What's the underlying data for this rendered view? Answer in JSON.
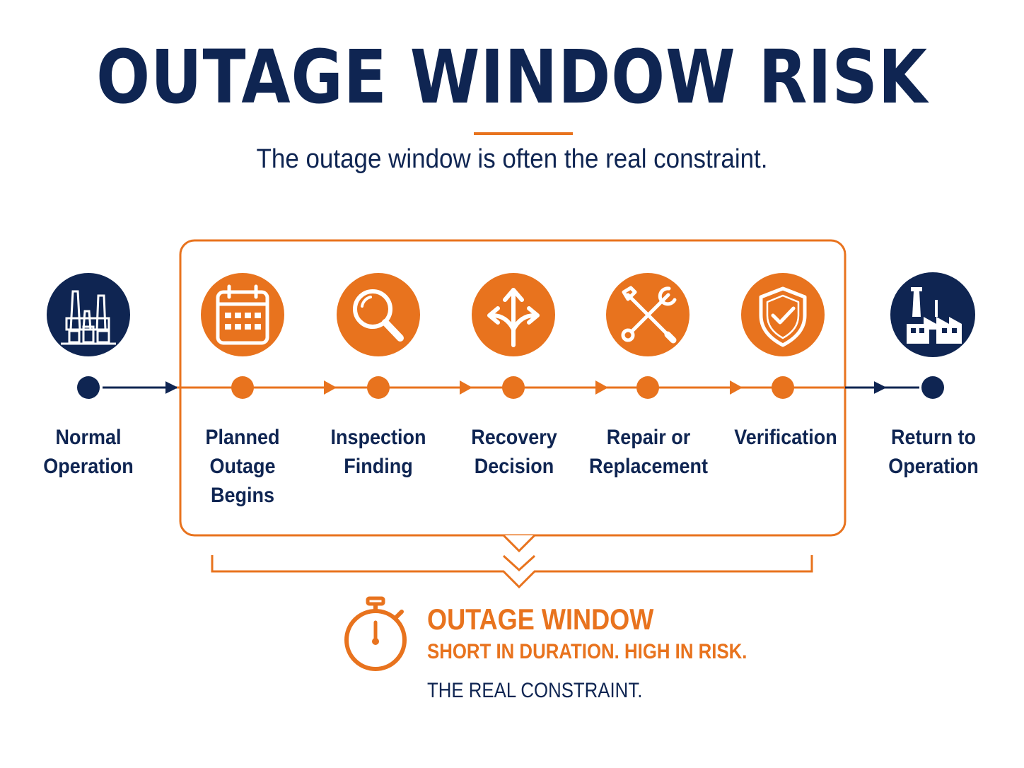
{
  "header": {
    "title": "OUTAGE WINDOW RISK",
    "subtitle": "The outage window is often the real constraint."
  },
  "colors": {
    "navy": "#0f2552",
    "orange": "#e8731e"
  },
  "steps": [
    {
      "label": "Normal\nOperation",
      "icon": "industrial-plant-icon",
      "theme": "navy"
    },
    {
      "label": "Planned\nOutage\nBegins",
      "icon": "calendar-icon",
      "theme": "orange"
    },
    {
      "label": "Inspection\nFinding",
      "icon": "magnifier-icon",
      "theme": "orange"
    },
    {
      "label": "Recovery\nDecision",
      "icon": "branching-arrows-icon",
      "theme": "orange"
    },
    {
      "label": "Repair or\nReplacement",
      "icon": "wrench-screwdriver-icon",
      "theme": "orange"
    },
    {
      "label": "Verification",
      "icon": "shield-check-icon",
      "theme": "orange"
    },
    {
      "label": "Return to\nOperation",
      "icon": "factory-icon",
      "theme": "navy"
    }
  ],
  "outage_window": {
    "title": "OUTAGE WINDOW",
    "subtitle": "SHORT IN DURATION. HIGH IN RISK.",
    "note": "THE REAL CONSTRAINT.",
    "icon": "stopwatch-icon"
  }
}
